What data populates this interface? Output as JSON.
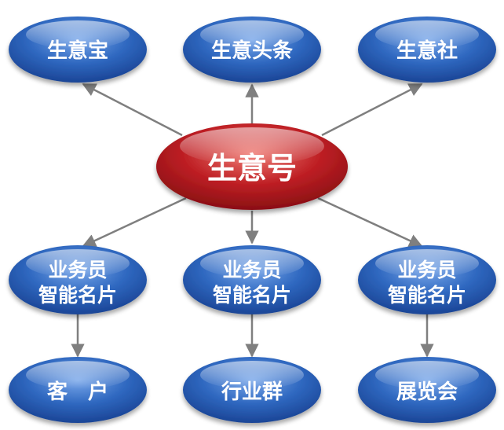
{
  "colors": {
    "blue_node": "#2a62b8",
    "blue_node_light": "#6fa0e6",
    "red_node": "#b5171e",
    "red_node_light": "#ea6a66",
    "arrow": "#7f7f7f"
  },
  "center": {
    "label": "生意号"
  },
  "top_nodes": [
    {
      "label": "生意宝"
    },
    {
      "label": "生意头条"
    },
    {
      "label": "生意社"
    }
  ],
  "middle_nodes": [
    {
      "line1": "业务员",
      "line2": "智能名片"
    },
    {
      "line1": "业务员",
      "line2": "智能名片"
    },
    {
      "line1": "业务员",
      "line2": "智能名片"
    }
  ],
  "bottom_nodes": [
    {
      "label": "客　户"
    },
    {
      "label": "行业群"
    },
    {
      "label": "展览会"
    }
  ]
}
